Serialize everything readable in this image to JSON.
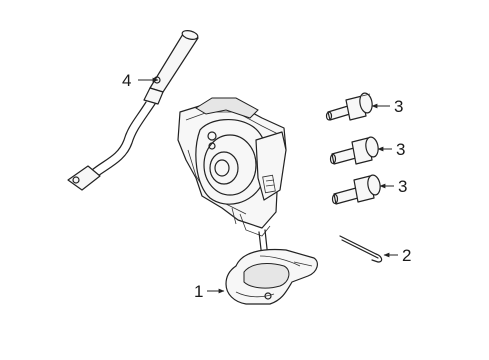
{
  "callouts": {
    "c1": "1",
    "c2": "2",
    "c3a": "3",
    "c3b": "3",
    "c3c": "3",
    "c4": "4"
  }
}
